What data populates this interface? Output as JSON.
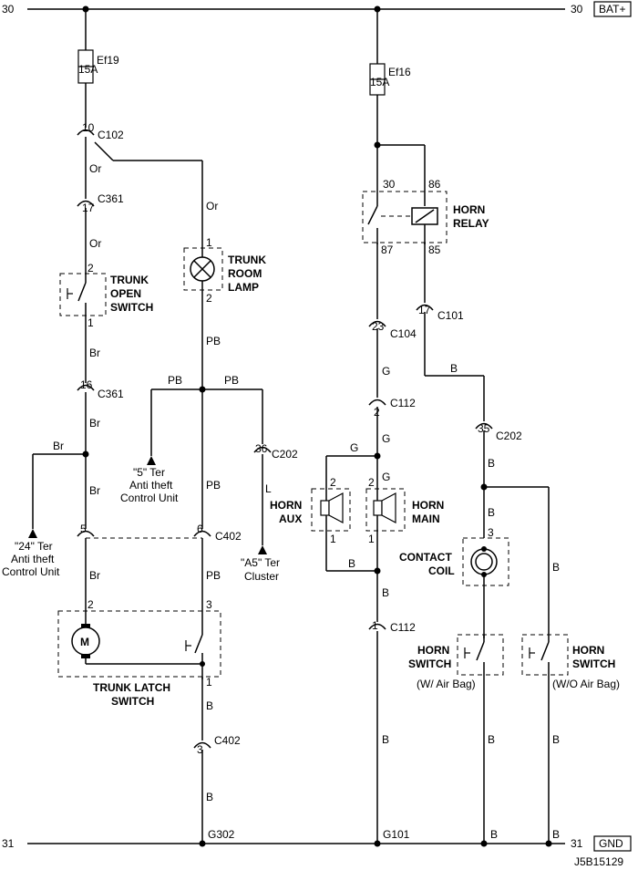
{
  "rails": {
    "top_num_left": "30",
    "top_num_right": "30",
    "top_box": "BAT+",
    "bottom_num_left": "31",
    "bottom_num_right": "31",
    "bottom_box": "GND"
  },
  "fuses": {
    "ef19_name": "Ef19",
    "ef19_rating": "15A",
    "ef16_name": "Ef16",
    "ef16_rating": "15A"
  },
  "connectors": {
    "c102_pin": "10",
    "c102": "C102",
    "c361a_pin": "17",
    "c361a": "C361",
    "c361b_pin": "16",
    "c361b": "C361",
    "c202a_pin": "36",
    "c202a": "C202",
    "c402a_pin_left": "5",
    "c402a_pin_right": "6",
    "c402a": "C402",
    "c402b_pin": "3",
    "c402b": "C402",
    "c104_pin": "23",
    "c104": "C104",
    "c112a_pin": "2",
    "c112a": "C112",
    "c101_pin": "17",
    "c101": "C101",
    "c202b_pin": "35",
    "c202b": "C202",
    "c112b_pin": "1",
    "c112b": "C112"
  },
  "wires": {
    "or1": "Or",
    "or2": "Or",
    "or3": "Or",
    "br1": "Br",
    "br2": "Br",
    "br3": "Br",
    "br4": "Br",
    "pb1": "PB",
    "pb2": "PB",
    "pb3": "PB",
    "pb4": "PB",
    "pb5": "PB",
    "l1": "L",
    "b1": "B",
    "b2": "B",
    "b3": "B",
    "b4": "B",
    "b5": "B",
    "b6": "B",
    "b7": "B",
    "b8": "B",
    "b9": "B",
    "b10": "B",
    "b11": "B",
    "b12": "B",
    "b13": "B",
    "g1": "G",
    "g2": "G",
    "g3": "G",
    "g4": "G"
  },
  "components": {
    "trunk_open_switch": [
      "TRUNK",
      "OPEN",
      "SWITCH"
    ],
    "trunk_room_lamp": [
      "TRUNK",
      "ROOM",
      "LAMP"
    ],
    "horn_relay": [
      "HORN",
      "RELAY"
    ],
    "horn_aux": [
      "HORN",
      "AUX"
    ],
    "horn_main": [
      "HORN",
      "MAIN"
    ],
    "contact_coil": [
      "CONTACT",
      "COIL"
    ],
    "horn_switch_airbag": [
      "HORN",
      "SWITCH",
      "(W/ Air Bag)"
    ],
    "horn_switch_noairbag": [
      "HORN",
      "SWITCH",
      "(W/O Air Bag)"
    ],
    "trunk_latch_switch": [
      "TRUNK LATCH",
      "SWITCH"
    ],
    "motor": "M"
  },
  "pins": {
    "tos_top": "2",
    "tos_bot": "1",
    "lamp_top": "1",
    "lamp_bot": "2",
    "relay_30": "30",
    "relay_86": "86",
    "relay_87": "87",
    "relay_85": "85",
    "aux_top": "2",
    "aux_bot": "1",
    "main_top": "2",
    "main_bot": "1",
    "coil": "3",
    "latch_motor": "2",
    "latch_sw_top": "3",
    "latch_sw_bot": "1"
  },
  "destinations": {
    "ter5": [
      "\"5\" Ter",
      "Anti theft",
      "Control Unit"
    ],
    "ter24": [
      "\"24\" Ter",
      "Anti theft",
      "Control Unit"
    ],
    "tera5": [
      "\"A5\" Ter",
      "Cluster"
    ]
  },
  "grounds": {
    "g302": "G302",
    "g101": "G101"
  },
  "footer": "J5B15129"
}
